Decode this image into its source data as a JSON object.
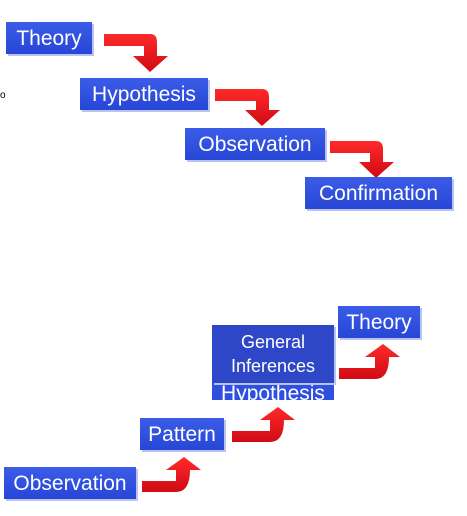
{
  "deductive": {
    "steps": [
      "Theory",
      "Hypothesis",
      "Observation",
      "Confirmation"
    ]
  },
  "inductive": {
    "steps": [
      "Observation",
      "Pattern",
      "Hypothesis",
      "General",
      "Inferences",
      "Theory"
    ]
  },
  "stray_mark": "o",
  "colors": {
    "box": "#2f4fe0",
    "arrow": "#e8141e",
    "background": "#ffffff"
  }
}
